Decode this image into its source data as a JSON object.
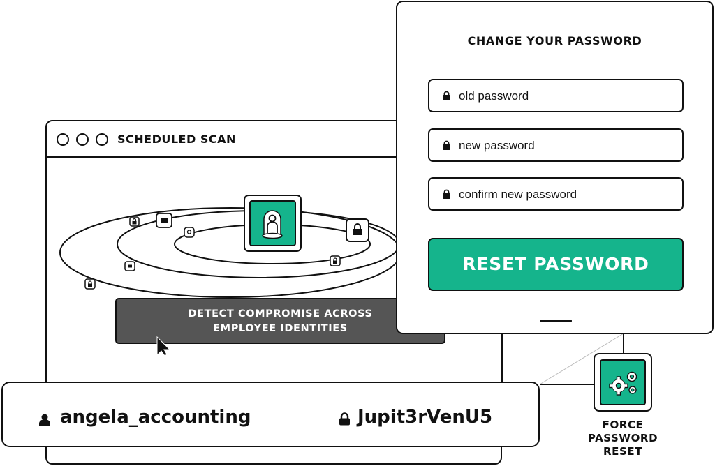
{
  "scan_window": {
    "title": "SCHEDULED SCAN",
    "banner_line1": "DETECT COMPROMISE ACROSS",
    "banner_line2": "EMPLOYEE IDENTITIES"
  },
  "credentials": {
    "username": "angela_accounting",
    "password": "Jupit3rVenU5"
  },
  "password_modal": {
    "title": "CHANGE YOUR PASSWORD",
    "old_placeholder": "old password",
    "new_placeholder": "new password",
    "confirm_placeholder": "confirm new password",
    "reset_label": "RESET PASSWORD"
  },
  "force_reset": {
    "line1": "FORCE",
    "line2": "PASSWORD",
    "line3": "RESET"
  },
  "colors": {
    "accent": "#15b48c",
    "banner": "#555555",
    "ink": "#111111"
  },
  "icons": [
    "user-icon",
    "lock-icon",
    "mail-icon",
    "location-icon",
    "gears-icon",
    "cursor-icon",
    "window-dot"
  ]
}
